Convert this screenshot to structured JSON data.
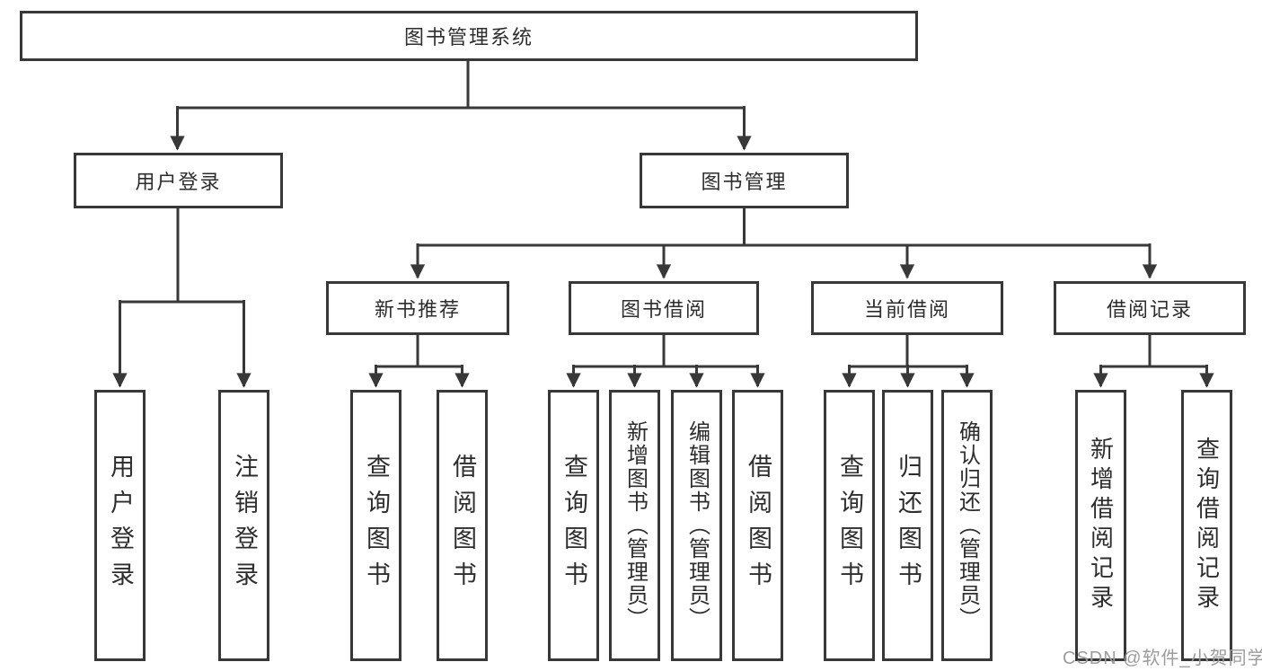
{
  "diagram_type": "hierarchy-tree",
  "nodes": {
    "root": "图书管理系统",
    "level2": [
      "用户登录",
      "图书管理"
    ],
    "level3": [
      "新书推荐",
      "图书借阅",
      "当前借阅",
      "借阅记录"
    ],
    "leaves": [
      "用户登录",
      "注销登录",
      "查询图书",
      "借阅图书",
      "查询图书",
      "新增图书（管理员）",
      "编辑图书（管理员）",
      "借阅图书",
      "查询图书",
      "归还图书",
      "确认归还（管理员）",
      "新增借阅记录",
      "查询借阅记录"
    ]
  },
  "structure": {
    "图书管理系统": [
      "用户登录",
      "图书管理"
    ],
    "用户登录": [
      "用户登录",
      "注销登录"
    ],
    "图书管理": [
      "新书推荐",
      "图书借阅",
      "当前借阅",
      "借阅记录"
    ],
    "新书推荐": [
      "查询图书",
      "借阅图书"
    ],
    "图书借阅": [
      "查询图书",
      "新增图书（管理员）",
      "编辑图书（管理员）",
      "借阅图书"
    ],
    "当前借阅": [
      "查询图书",
      "归还图书",
      "确认归还（管理员）"
    ],
    "借阅记录": [
      "新增借阅记录",
      "查询借阅记录"
    ]
  },
  "watermark": {
    "text": "CSDN @软件_小贺同学"
  },
  "colors": {
    "line": "#383838",
    "box_border": "#383838",
    "text": "#2d2d2d",
    "watermark": "#9c9c9c",
    "background": "#ffffff"
  }
}
